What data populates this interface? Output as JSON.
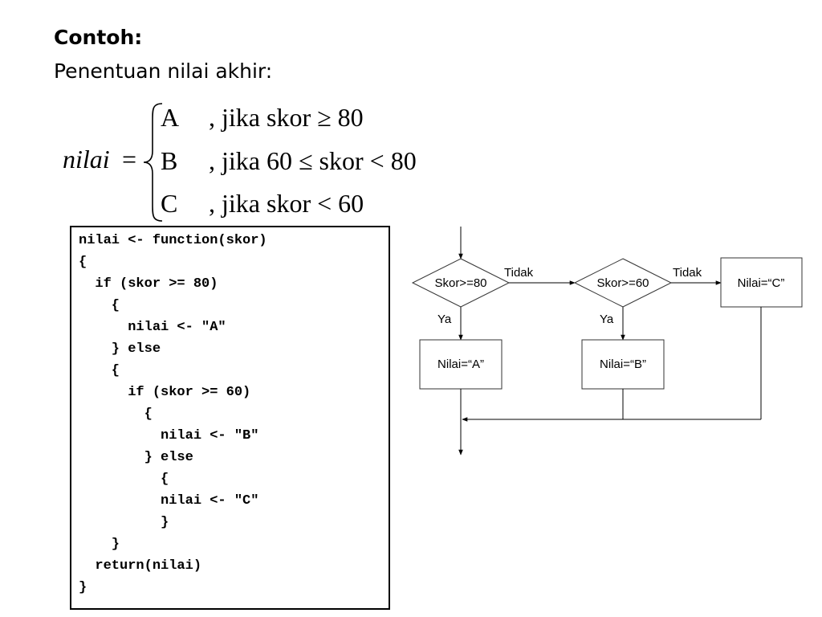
{
  "slide": {
    "heading": "Contoh:",
    "subheading": "Penentuan nilai akhir:"
  },
  "formula": {
    "lhs": "nilai",
    "equals": "=",
    "cases": [
      {
        "grade": "A",
        "condition": ", jika skor ≥ 80"
      },
      {
        "grade": "B",
        "condition": ", jika 60 ≤ skor < 80"
      },
      {
        "grade": "C",
        "condition": ", jika skor < 60"
      }
    ]
  },
  "code": {
    "lines": [
      "nilai <- function(skor)",
      "{",
      "  if (skor >= 80)",
      "    {",
      "      nilai <- \"A\"",
      "    } else",
      "    {",
      "      if (skor >= 60)",
      "        {",
      "          nilai <- \"B\"",
      "        } else",
      "          {",
      "          nilai <- \"C\"",
      "          }",
      "    }",
      "  return(nilai)",
      "}"
    ]
  },
  "flowchart": {
    "decision1": "Skor>=80",
    "decision2": "Skor>=60",
    "no_label_1": "Tidak",
    "no_label_2": "Tidak",
    "yes_label_1": "Ya",
    "yes_label_2": "Ya",
    "box_a": "Nilai=“A”",
    "box_b": "Nilai=“B”",
    "box_c": "Nilai=“C”"
  }
}
